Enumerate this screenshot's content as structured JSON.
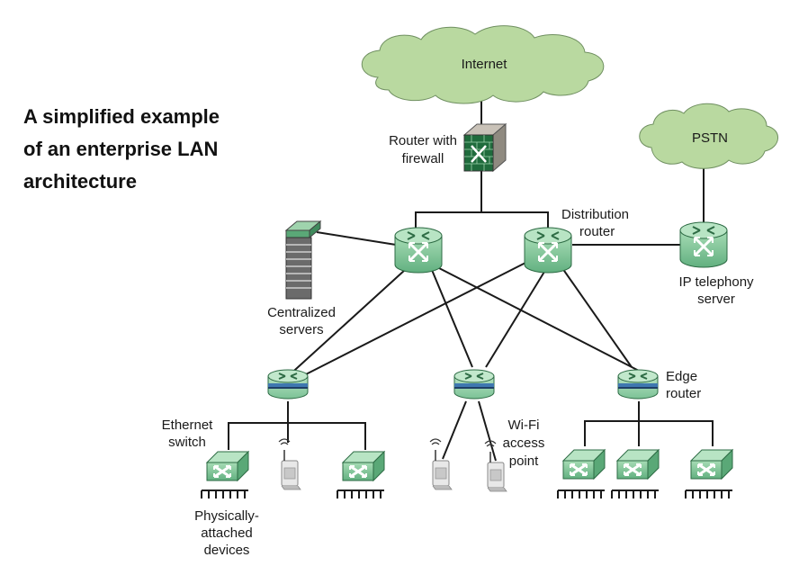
{
  "title": {
    "line1": "A simplified example",
    "line2": "of an enterprise LAN",
    "line3": "architecture"
  },
  "labels": {
    "internet": "Internet",
    "pstn": "PSTN",
    "router_firewall_1": "Router with",
    "router_firewall_2": "firewall",
    "distribution_1": "Distribution",
    "distribution_2": "router",
    "ip_telephony_1": "IP telephony",
    "ip_telephony_2": "server",
    "servers_1": "Centralized",
    "servers_2": "servers",
    "ethernet_1": "Ethernet",
    "ethernet_2": "switch",
    "wifi_1": "Wi-Fi",
    "wifi_2": "access",
    "wifi_3": "point",
    "edge_1": "Edge",
    "edge_2": "router",
    "devices_1": "Physically-",
    "devices_2": "attached",
    "devices_3": "devices"
  },
  "colors": {
    "cloud": "#b9d9a0",
    "router_green": "#8ccba0",
    "router_dark": "#5aa877",
    "edge_blue": "#3f78b0",
    "line": "#1a1a1a"
  }
}
